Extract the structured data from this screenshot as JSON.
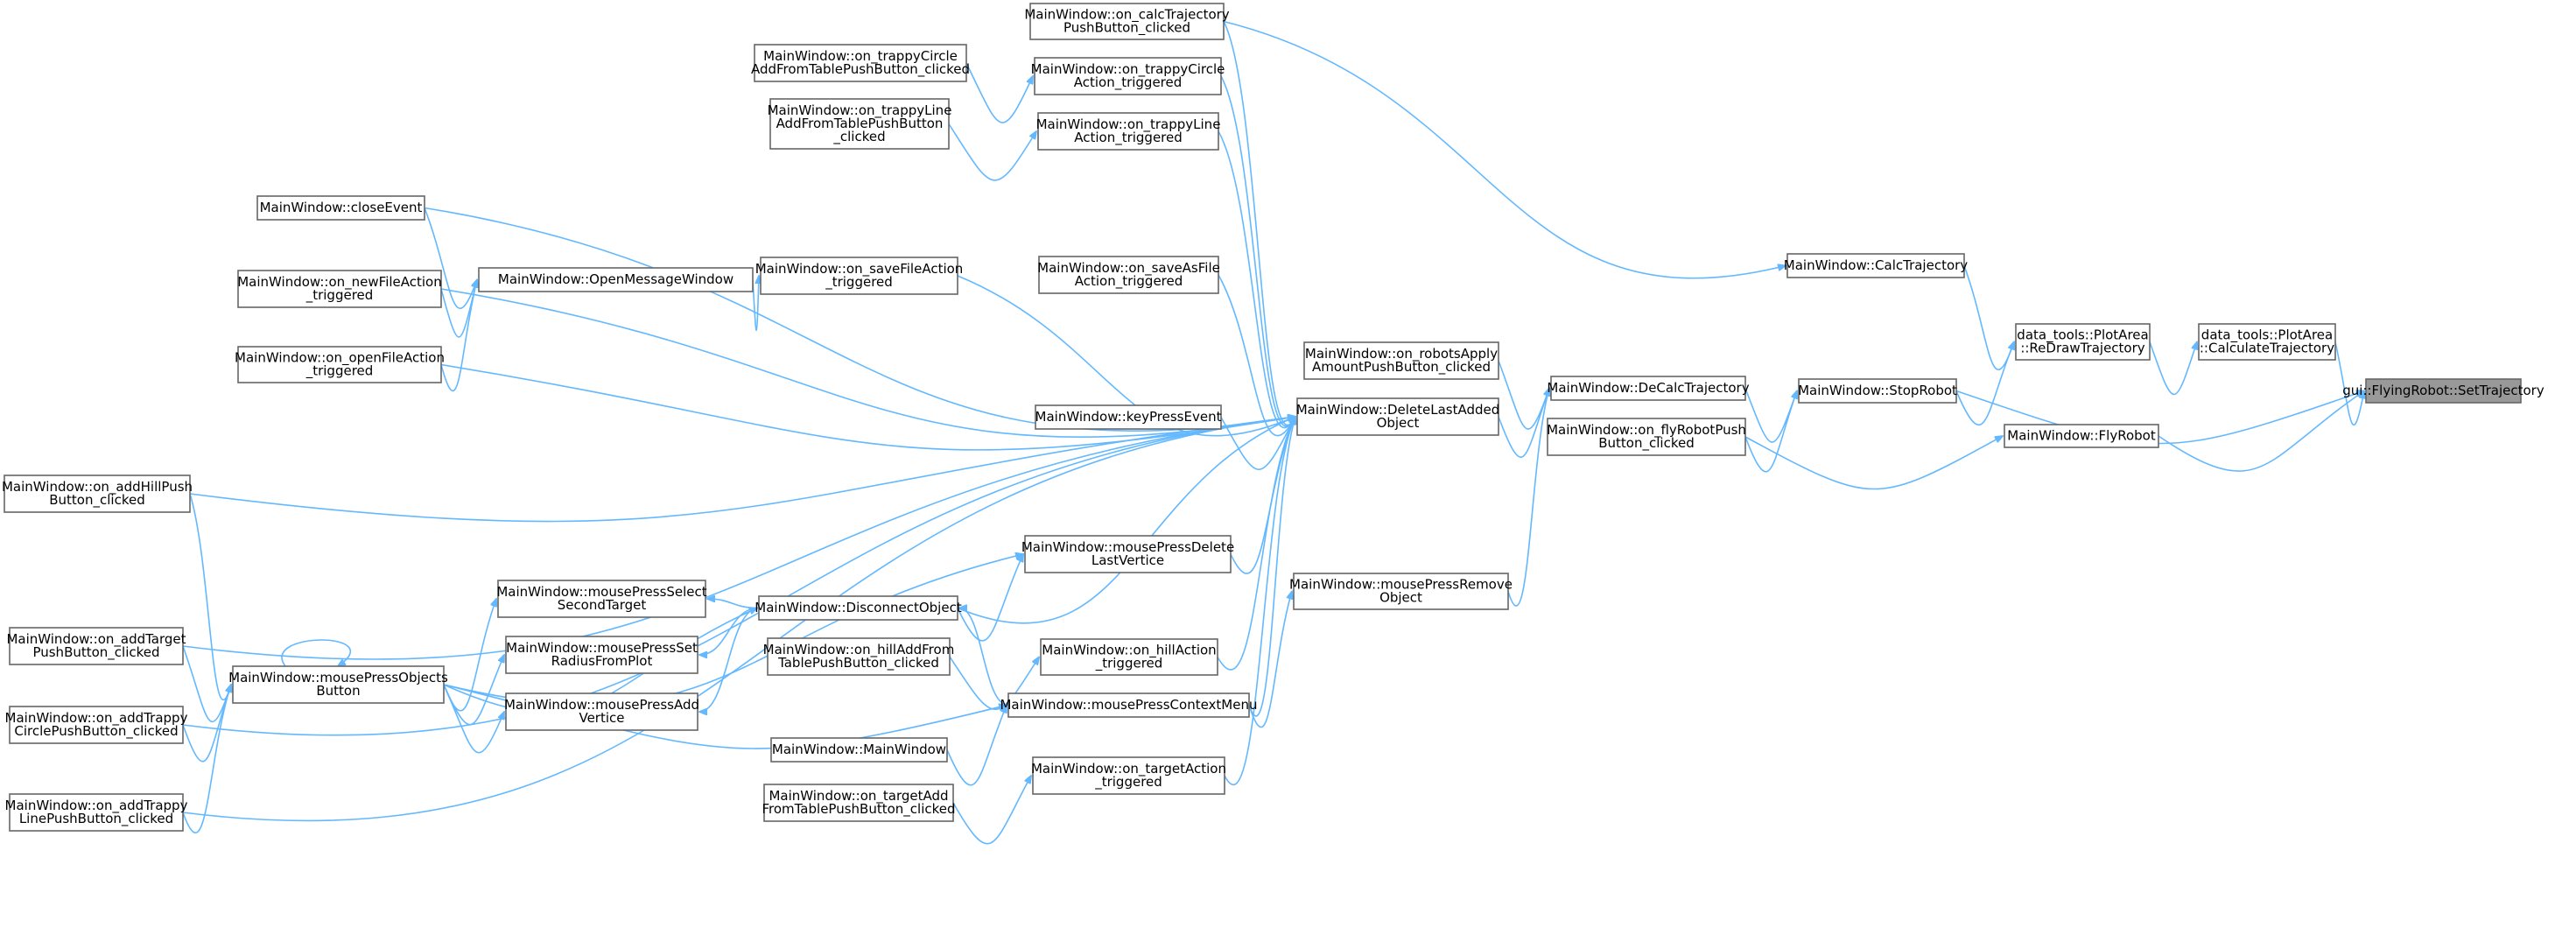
{
  "diagram": {
    "colors": {
      "edge": "#63b8ff",
      "node_border": "#666666",
      "root_fill": "#999999",
      "background": "#ffffff"
    },
    "nodes": [
      {
        "id": "n1",
        "lines": [
          "gui::FlyingRobot::SetTrajectory"
        ],
        "root": true
      },
      {
        "id": "n2",
        "lines": [
          "data_tools::PlotArea",
          "::CalculateTrajectory"
        ]
      },
      {
        "id": "n3",
        "lines": [
          "MainWindow::StopRobot"
        ]
      },
      {
        "id": "n4",
        "lines": [
          "MainWindow::FlyRobot"
        ]
      },
      {
        "id": "n5",
        "lines": [
          "data_tools::PlotArea",
          "::ReDrawTrajectory"
        ]
      },
      {
        "id": "n6",
        "lines": [
          "MainWindow::CalcTrajectory"
        ]
      },
      {
        "id": "n7",
        "lines": [
          "MainWindow::DeCalcTrajectory"
        ]
      },
      {
        "id": "n8",
        "lines": [
          "MainWindow::on_flyRobotPush",
          "Button_clicked"
        ]
      },
      {
        "id": "n9",
        "lines": [
          "MainWindow::on_calcTrajectory",
          "PushButton_clicked"
        ]
      },
      {
        "id": "n10",
        "lines": [
          "MainWindow::on_robotsApply",
          "AmountPushButton_clicked"
        ]
      },
      {
        "id": "n11",
        "lines": [
          "MainWindow::DeleteLastAdded",
          "Object"
        ]
      },
      {
        "id": "n12",
        "lines": [
          "MainWindow::mousePressRemove",
          "Object"
        ]
      },
      {
        "id": "n13",
        "lines": [
          "MainWindow::on_trappyCircle",
          "Action_triggered"
        ]
      },
      {
        "id": "n14",
        "lines": [
          "MainWindow::on_trappyCircle",
          "AddFromTablePushButton_clicked"
        ]
      },
      {
        "id": "n15",
        "lines": [
          "MainWindow::on_trappyLine",
          "Action_triggered"
        ]
      },
      {
        "id": "n16",
        "lines": [
          "MainWindow::on_trappyLine",
          "AddFromTablePushButton",
          "_clicked"
        ]
      },
      {
        "id": "n17",
        "lines": [
          "MainWindow::closeEvent"
        ]
      },
      {
        "id": "n18",
        "lines": [
          "MainWindow::on_saveAsFile",
          "Action_triggered"
        ]
      },
      {
        "id": "n19",
        "lines": [
          "MainWindow::on_saveFileAction",
          "_triggered"
        ]
      },
      {
        "id": "n20",
        "lines": [
          "MainWindow::OpenMessageWindow"
        ]
      },
      {
        "id": "n21",
        "lines": [
          "MainWindow::on_newFileAction",
          "_triggered"
        ]
      },
      {
        "id": "n22",
        "lines": [
          "MainWindow::on_openFileAction",
          "_triggered"
        ]
      },
      {
        "id": "n23",
        "lines": [
          "MainWindow::keyPressEvent"
        ]
      },
      {
        "id": "n24",
        "lines": [
          "MainWindow::on_addHillPush",
          "Button_clicked"
        ]
      },
      {
        "id": "n25",
        "lines": [
          "MainWindow::mousePressDelete",
          "LastVertice"
        ]
      },
      {
        "id": "n26",
        "lines": [
          "MainWindow::mousePressSelect",
          "SecondTarget"
        ]
      },
      {
        "id": "n27",
        "lines": [
          "MainWindow::DisconnectObject"
        ]
      },
      {
        "id": "n28",
        "lines": [
          "MainWindow::mousePressSet",
          "RadiusFromPlot"
        ]
      },
      {
        "id": "n29",
        "lines": [
          "MainWindow::on_hillAddFrom",
          "TablePushButton_clicked"
        ]
      },
      {
        "id": "n30",
        "lines": [
          "MainWindow::on_hillAction",
          "_triggered"
        ]
      },
      {
        "id": "n31",
        "lines": [
          "MainWindow::on_addTarget",
          "PushButton_clicked"
        ]
      },
      {
        "id": "n32",
        "lines": [
          "MainWindow::mousePressObjects",
          "Button"
        ]
      },
      {
        "id": "n33",
        "lines": [
          "MainWindow::mousePressAdd",
          "Vertice"
        ]
      },
      {
        "id": "n34",
        "lines": [
          "MainWindow::mousePressContextMenu"
        ]
      },
      {
        "id": "n35",
        "lines": [
          "MainWindow::on_addTrappy",
          "CirclePushButton_clicked"
        ]
      },
      {
        "id": "n36",
        "lines": [
          "MainWindow::MainWindow"
        ]
      },
      {
        "id": "n37",
        "lines": [
          "MainWindow::on_targetAction",
          "_triggered"
        ]
      },
      {
        "id": "n38",
        "lines": [
          "MainWindow::on_targetAdd",
          "FromTablePushButton_clicked"
        ]
      },
      {
        "id": "n39",
        "lines": [
          "MainWindow::on_addTrappy",
          "LinePushButton_clicked"
        ]
      }
    ],
    "edges": [
      [
        "n2",
        "n1"
      ],
      [
        "n3",
        "n1"
      ],
      [
        "n4",
        "n1"
      ],
      [
        "n5",
        "n2"
      ],
      [
        "n7",
        "n3"
      ],
      [
        "n8",
        "n3"
      ],
      [
        "n8",
        "n4"
      ],
      [
        "n6",
        "n5"
      ],
      [
        "n3",
        "n5"
      ],
      [
        "n9",
        "n6"
      ],
      [
        "n10",
        "n7"
      ],
      [
        "n11",
        "n7"
      ],
      [
        "n12",
        "n7"
      ],
      [
        "n9",
        "n11"
      ],
      [
        "n13",
        "n11"
      ],
      [
        "n15",
        "n11"
      ],
      [
        "n17",
        "n11"
      ],
      [
        "n18",
        "n11"
      ],
      [
        "n19",
        "n11"
      ],
      [
        "n21",
        "n11"
      ],
      [
        "n22",
        "n11"
      ],
      [
        "n23",
        "n11"
      ],
      [
        "n24",
        "n11"
      ],
      [
        "n25",
        "n11"
      ],
      [
        "n27",
        "n11"
      ],
      [
        "n30",
        "n11"
      ],
      [
        "n34",
        "n11"
      ],
      [
        "n37",
        "n11"
      ],
      [
        "n31",
        "n11"
      ],
      [
        "n35",
        "n11"
      ],
      [
        "n39",
        "n11"
      ],
      [
        "n14",
        "n13"
      ],
      [
        "n16",
        "n15"
      ],
      [
        "n20",
        "n19"
      ],
      [
        "n17",
        "n20"
      ],
      [
        "n21",
        "n20"
      ],
      [
        "n22",
        "n20"
      ],
      [
        "n32",
        "n25"
      ],
      [
        "n27",
        "n25"
      ],
      [
        "n32",
        "n26"
      ],
      [
        "n27",
        "n26"
      ],
      [
        "n32",
        "n28"
      ],
      [
        "n27",
        "n28"
      ],
      [
        "n32",
        "n33"
      ],
      [
        "n27",
        "n33"
      ],
      [
        "n32",
        "n27"
      ],
      [
        "n34",
        "n27"
      ],
      [
        "n29",
        "n30"
      ],
      [
        "n38",
        "n37"
      ],
      [
        "n36",
        "n34"
      ],
      [
        "n32",
        "n34"
      ],
      [
        "n34",
        "n12"
      ],
      [
        "n24",
        "n32"
      ],
      [
        "n31",
        "n32"
      ],
      [
        "n35",
        "n32"
      ],
      [
        "n39",
        "n32"
      ],
      [
        "n32",
        "n32"
      ]
    ]
  }
}
